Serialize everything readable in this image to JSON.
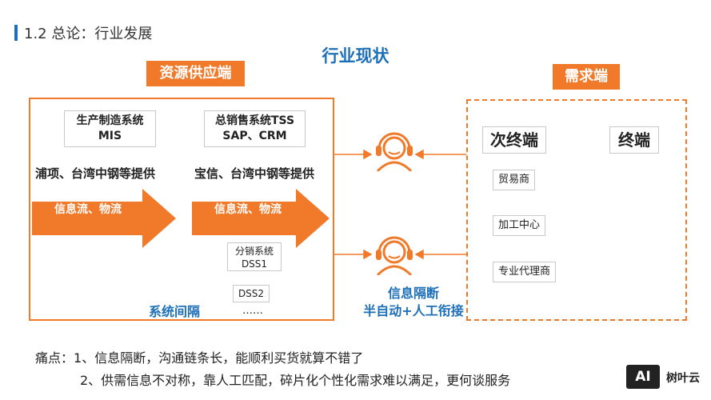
{
  "header": {
    "section_title": "1.2 总论：行业发展",
    "main_title": "行业现状"
  },
  "supply": {
    "tag": "资源供应端",
    "mis_line1": "生产制造系统",
    "mis_line2": "MIS",
    "tss_line1": "总销售系统TSS",
    "tss_line2": "SAP、CRM",
    "provider_1": "浦项、台湾中钢等提供",
    "provider_2": "宝信、台湾中钢等提供",
    "flow_1": "信息流、物流",
    "flow_2": "信息流、物流",
    "dss1_line1": "分销系统",
    "dss1_line2": "DSS1",
    "dss2": "DSS2",
    "ellipsis": "……",
    "gap_label": "系统间隔"
  },
  "middle": {
    "break_line1": "信息隔断",
    "break_line2": "半自动+人工衔接"
  },
  "demand": {
    "tag": "需求端",
    "sub_terminal": "次终端",
    "terminal": "终端",
    "items": [
      "贸易商",
      "加工中心",
      "专业代理商"
    ]
  },
  "pain_points": {
    "prefix": "痛点：",
    "line1": "1、信息隔断，沟通链条长，能顺利买货就算不错了",
    "line2": "2、供需信息不对称，靠人工匹配，碎片化个性化需求难以满足，更何谈服务"
  },
  "logo": {
    "mark": "AI",
    "name": "树叶云"
  },
  "colors": {
    "accent_orange": "#f07a2a",
    "accent_blue": "#1d6fb8"
  }
}
